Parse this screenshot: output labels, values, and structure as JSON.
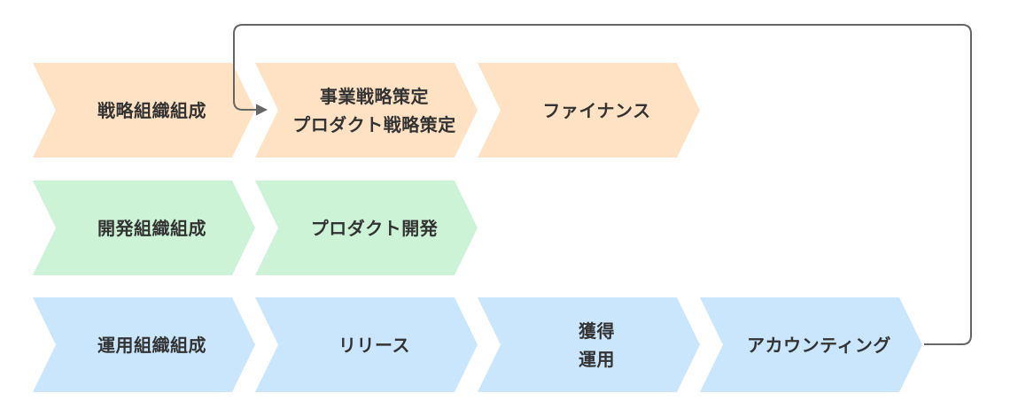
{
  "colors": {
    "strategy": "#ffe2c4",
    "development": "#cdf3d6",
    "operations": "#c9e6fc",
    "connector": "#666666",
    "text": "#333333"
  },
  "rows": [
    {
      "id": "strategy",
      "items": [
        {
          "label": "戦略組織組成"
        },
        {
          "label": "事業戦略策定\nプロダクト戦略策定"
        },
        {
          "label": "ファイナンス"
        }
      ]
    },
    {
      "id": "development",
      "items": [
        {
          "label": "開発組織組成"
        },
        {
          "label": "プロダクト開発"
        }
      ]
    },
    {
      "id": "operations",
      "items": [
        {
          "label": "運用組織組成"
        },
        {
          "label": "リリース"
        },
        {
          "label": "獲得\n運用"
        },
        {
          "label": "アカウンティング"
        }
      ]
    }
  ],
  "connector": {
    "from": "アカウンティング",
    "to": "事業戦略策定\nプロダクト戦略策定",
    "icon": "arrow-head-icon"
  }
}
